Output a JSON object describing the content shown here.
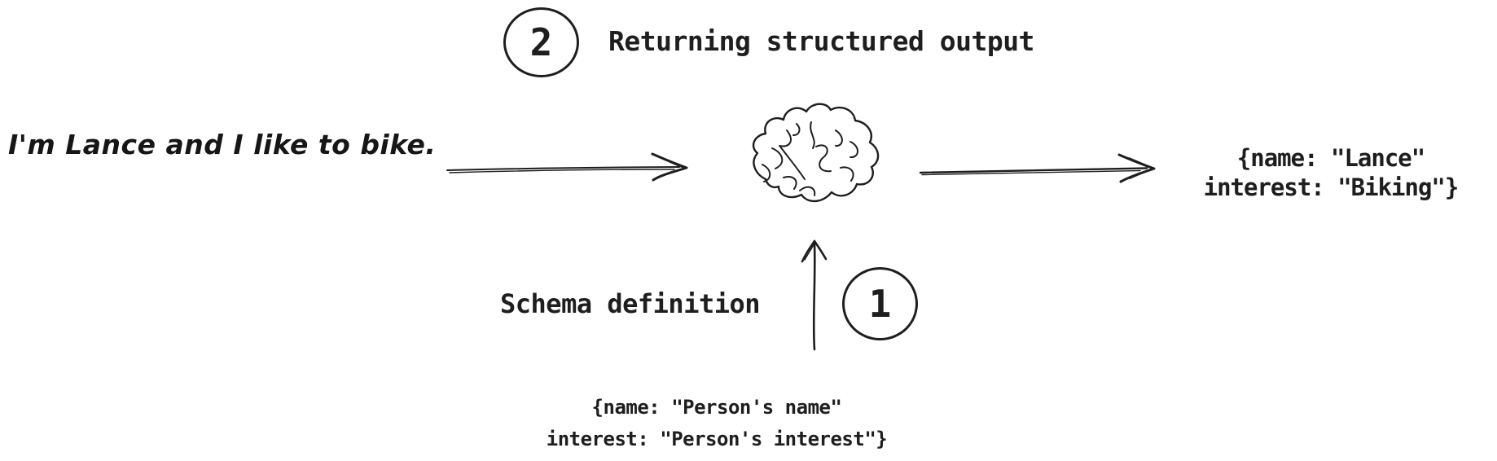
{
  "diagram_title": "Returning structured output",
  "colors": {
    "background": "#ffffff",
    "ink": "#1e1e1e"
  },
  "steps": {
    "step2": {
      "number": "2",
      "label": "Returning structured output"
    },
    "step1": {
      "number": "1",
      "label": "Schema definition"
    }
  },
  "input": {
    "text": "I'm Lance and I like to bike."
  },
  "llm": {
    "icon": "brain-icon"
  },
  "output": {
    "line1": "{name: \"Lance\"",
    "line2": "interest: \"Biking\"}"
  },
  "schema": {
    "label": "Schema definition",
    "line1": "{name: \"Person's name\"",
    "line2": "interest: \"Person's interest\"}"
  },
  "icons": {
    "arrow_input_to_llm": "arrow-right-icon",
    "arrow_llm_to_output": "arrow-right-icon",
    "arrow_schema_to_llm": "arrow-up-icon",
    "brain": "brain-icon"
  }
}
